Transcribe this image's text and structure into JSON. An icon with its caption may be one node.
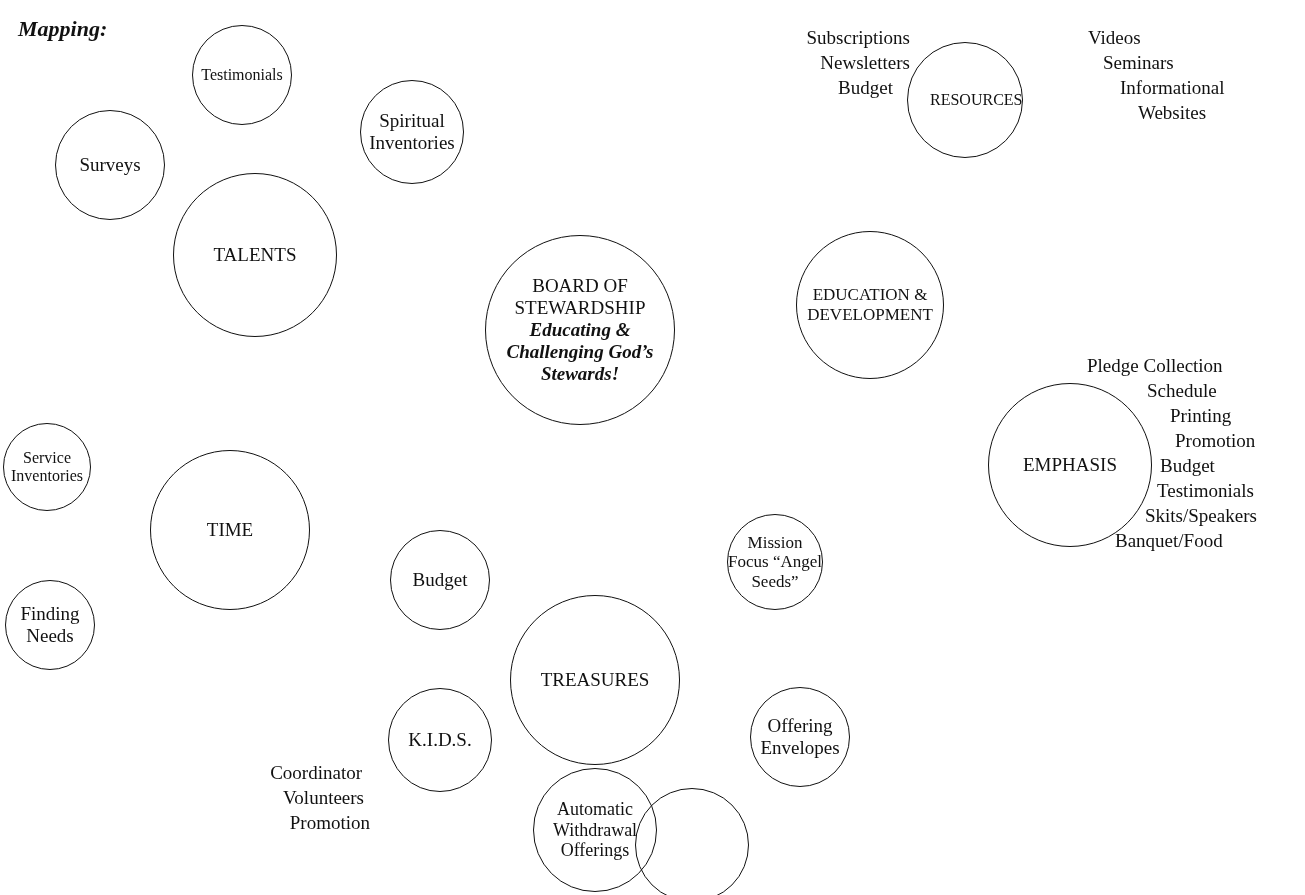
{
  "diagram": {
    "title": "Mapping:",
    "nodes": [
      {
        "text": [
          "Testimonials"
        ]
      },
      {
        "text": [
          "Spiritual Inventories"
        ]
      },
      {
        "text": [
          "Surveys"
        ]
      },
      {
        "text": [
          "TALENTS"
        ]
      },
      {
        "text": [
          "RESOURCES"
        ],
        "beside": [
          "Subscriptions",
          "Newsletters",
          "Budget",
          "Videos",
          "Seminars",
          "Informational",
          "Websites"
        ]
      },
      {
        "text": [
          "BOARD OF STEWARDSHIP",
          "Educating & Challenging God’s Stewards!"
        ]
      },
      {
        "text": [
          "EDUCATION & DEVELOPMENT"
        ]
      },
      {
        "text": [
          "EMPHASIS"
        ],
        "beside": [
          "Pledge Collection",
          "Schedule",
          "Printing",
          "Promotion",
          "Budget",
          "Testimonials",
          "Skits/Speakers",
          "Banquet/Food"
        ]
      },
      {
        "text": [
          "Service Inventories"
        ]
      },
      {
        "text": [
          "TIME"
        ]
      },
      {
        "text": [
          "Finding Needs"
        ]
      },
      {
        "text": [
          "Budget"
        ]
      },
      {
        "text": [
          "Mission Focus “Angel Seeds”"
        ]
      },
      {
        "text": [
          "TREASURES"
        ]
      },
      {
        "text": [
          "K.I.D.S."
        ],
        "beside": [
          "Coordinator",
          "Volunteers",
          "Promotion"
        ]
      },
      {
        "text": [
          "Offering Envelopes"
        ]
      },
      {
        "text": [
          "Automatic Withdrawal Offerings"
        ]
      },
      {
        "text": [],
        "shape": "circle"
      }
    ],
    "edges": []
  }
}
